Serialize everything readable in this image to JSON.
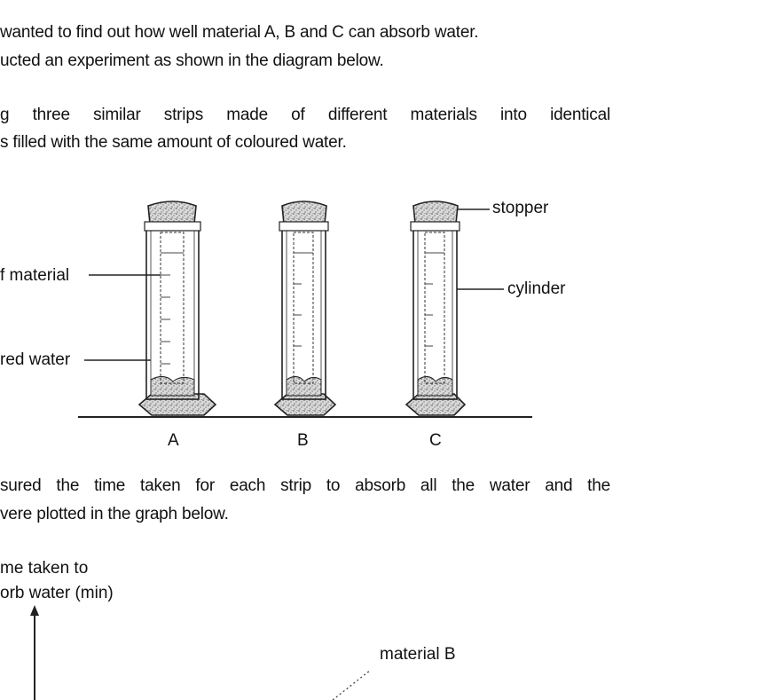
{
  "paragraph1": {
    "line1": "wanted to find out how well material A, B and C can absorb water.",
    "line2": "ucted an experiment as shown in the diagram below."
  },
  "paragraph2": {
    "line1": "g three similar strips made of different materials into identical",
    "line2": "s filled with the same amount of coloured water."
  },
  "diagram": {
    "labels": {
      "stopper": "stopper",
      "cylinder": "cylinder",
      "strip_of_material": "f material",
      "coloured_water": "red water"
    },
    "cylinder_names": [
      "A",
      "B",
      "C"
    ]
  },
  "paragraph3": {
    "line1": "sured the time taken for each strip to absorb all the water and the",
    "line2": "vere plotted in the graph below."
  },
  "graph": {
    "ylabel_line1": "me taken to",
    "ylabel_line2": "orb water (min)",
    "annotation": "material B"
  }
}
